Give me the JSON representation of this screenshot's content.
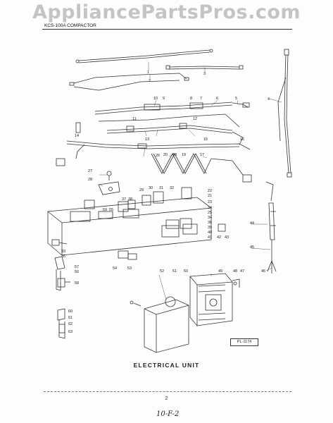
{
  "watermark": "AppliancePartsPros.com",
  "header": {
    "model_code": "KCS-100A COMPACTOR"
  },
  "caption": "ELECTRICAL UNIT",
  "page_number": "2",
  "handwritten_note": "10-F-2",
  "diagram_ref": "PL-1174",
  "callouts": {
    "c1": "1",
    "c2": "2",
    "c3": "3",
    "c4": "4",
    "c5": "5",
    "c6": "6",
    "c7": "7",
    "c8": "8",
    "c9": "9",
    "c10": "10",
    "c11": "11",
    "c12": "12",
    "c13": "13",
    "c14": "14",
    "c15": "15",
    "c16": "16",
    "c17": "17",
    "c18": "18",
    "c19": "19",
    "c20": "20",
    "c21": "21",
    "c22": "22",
    "c23": "23",
    "c24": "24",
    "c25": "25",
    "c26": "26",
    "c27": "27",
    "c28": "28",
    "c29": "29",
    "c30": "30",
    "c31": "31",
    "c32": "32",
    "c33": "33",
    "c34": "34",
    "c35": "35",
    "c36": "36",
    "c37": "37",
    "c38": "38",
    "c39": "39",
    "c40": "40",
    "c41": "41",
    "c42": "42",
    "c43": "43",
    "c44": "44",
    "c45": "45",
    "c46": "46",
    "c47": "47",
    "c48": "48",
    "c49": "49",
    "c50": "50",
    "c51": "51",
    "c52": "52",
    "c53": "53",
    "c54": "54",
    "c55": "55",
    "c56": "56",
    "c57": "57",
    "c58": "58",
    "c59": "59",
    "c60": "60",
    "c61": "61",
    "c62": "62",
    "c63": "63"
  }
}
